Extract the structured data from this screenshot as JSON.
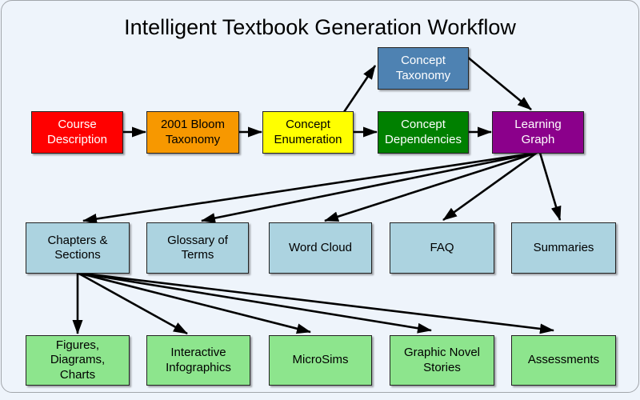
{
  "title": "Intelligent Textbook Generation Workflow",
  "colors": {
    "background": "#EEF4FB",
    "frame_border": "#A2A6AB",
    "arrow": "#000000",
    "node_border": "#222222"
  },
  "nodes": {
    "course_description": {
      "label": "Course Description",
      "lines": [
        "Course",
        "Description"
      ],
      "color": "#FF0000",
      "text_color": "#FFFFFF"
    },
    "bloom_taxonomy": {
      "label": "2001 Bloom Taxonomy",
      "lines": [
        "2001 Bloom",
        "Taxonomy"
      ],
      "color": "#F79800",
      "text_color": "#000000"
    },
    "concept_enumeration": {
      "label": "Concept Enumeration",
      "lines": [
        "Concept",
        "Enumeration"
      ],
      "color": "#FFFF00",
      "text_color": "#000000"
    },
    "concept_dependencies": {
      "label": "Concept Dependencies",
      "lines": [
        "Concept",
        "Dependencies"
      ],
      "color": "#008000",
      "text_color": "#FFFFFF"
    },
    "concept_taxonomy": {
      "label": "Concept Taxonomy",
      "lines": [
        "Concept",
        "Taxonomy"
      ],
      "color": "#4E82B2",
      "text_color": "#FFFFFF"
    },
    "learning_graph": {
      "label": "Learning Graph",
      "lines": [
        "Learning",
        "Graph"
      ],
      "color": "#8B008B",
      "text_color": "#FFFFFF"
    },
    "chapters_sections": {
      "label": "Chapters & Sections",
      "lines": [
        "Chapters &",
        "Sections"
      ],
      "color": "#ACD3E0",
      "text_color": "#000000"
    },
    "glossary_of_terms": {
      "label": "Glossary of Terms",
      "lines": [
        "Glossary of",
        "Terms"
      ],
      "color": "#ACD3E0",
      "text_color": "#000000"
    },
    "word_cloud": {
      "label": "Word Cloud",
      "lines": [
        "Word Cloud"
      ],
      "color": "#ACD3E0",
      "text_color": "#000000"
    },
    "faq": {
      "label": "FAQ",
      "lines": [
        "FAQ"
      ],
      "color": "#ACD3E0",
      "text_color": "#000000"
    },
    "summaries": {
      "label": "Summaries",
      "lines": [
        "Summaries"
      ],
      "color": "#ACD3E0",
      "text_color": "#000000"
    },
    "figures_diagrams_charts": {
      "label": "Figures, Diagrams, Charts",
      "lines": [
        "Figures,",
        "Diagrams,",
        "Charts"
      ],
      "color": "#8DE58D",
      "text_color": "#000000"
    },
    "interactive_infographics": {
      "label": "Interactive Infographics",
      "lines": [
        "Interactive",
        "Infographics"
      ],
      "color": "#8DE58D",
      "text_color": "#000000"
    },
    "microsims": {
      "label": "MicroSims",
      "lines": [
        "MicroSims"
      ],
      "color": "#8DE58D",
      "text_color": "#000000"
    },
    "graphic_novel_stories": {
      "label": "Graphic Novel Stories",
      "lines": [
        "Graphic Novel",
        "Stories"
      ],
      "color": "#8DE58D",
      "text_color": "#000000"
    },
    "assessments": {
      "label": "Assessments",
      "lines": [
        "Assessments"
      ],
      "color": "#8DE58D",
      "text_color": "#000000"
    }
  },
  "edges": [
    {
      "from": "course_description",
      "to": "bloom_taxonomy"
    },
    {
      "from": "bloom_taxonomy",
      "to": "concept_enumeration"
    },
    {
      "from": "concept_enumeration",
      "to": "concept_taxonomy"
    },
    {
      "from": "concept_enumeration",
      "to": "concept_dependencies"
    },
    {
      "from": "concept_taxonomy",
      "to": "learning_graph"
    },
    {
      "from": "concept_dependencies",
      "to": "learning_graph"
    },
    {
      "from": "learning_graph",
      "to": "chapters_sections"
    },
    {
      "from": "learning_graph",
      "to": "glossary_of_terms"
    },
    {
      "from": "learning_graph",
      "to": "word_cloud"
    },
    {
      "from": "learning_graph",
      "to": "faq"
    },
    {
      "from": "learning_graph",
      "to": "summaries"
    },
    {
      "from": "chapters_sections",
      "to": "figures_diagrams_charts"
    },
    {
      "from": "chapters_sections",
      "to": "interactive_infographics"
    },
    {
      "from": "chapters_sections",
      "to": "microsims"
    },
    {
      "from": "chapters_sections",
      "to": "graphic_novel_stories"
    },
    {
      "from": "chapters_sections",
      "to": "assessments"
    }
  ]
}
